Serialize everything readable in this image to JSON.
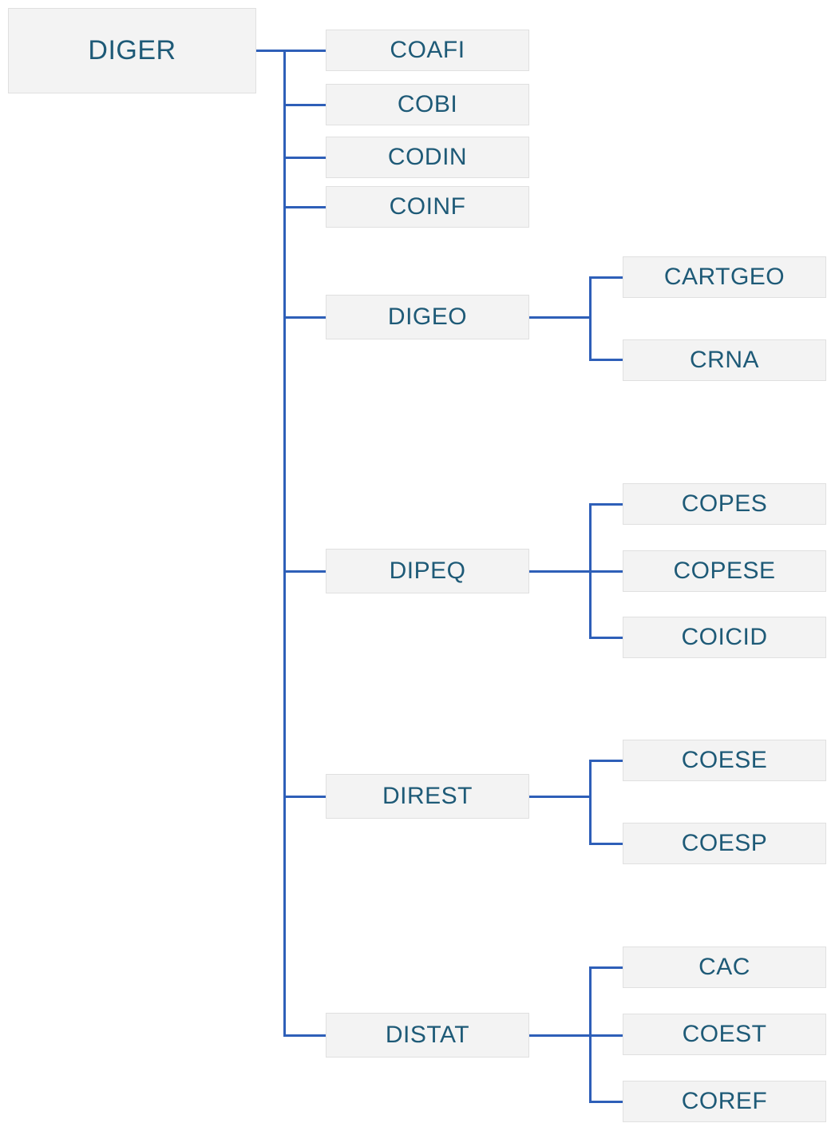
{
  "chart_data": {
    "type": "diagram",
    "diagram_type": "organizational-tree",
    "title": "",
    "orientation": "left-to-right",
    "colors": {
      "box_fill": "#f3f3f3",
      "box_border": "#e0e0e0",
      "text": "#1e5a77",
      "connector": "#2e5fb8",
      "background": "#ffffff"
    },
    "root": {
      "id": "diger",
      "label": "DIGER",
      "level": 1
    },
    "nodes": [
      {
        "id": "coafi",
        "label": "COAFI",
        "level": 2,
        "parent": "diger"
      },
      {
        "id": "cobi",
        "label": "COBI",
        "level": 2,
        "parent": "diger"
      },
      {
        "id": "codin",
        "label": "CODIN",
        "level": 2,
        "parent": "diger"
      },
      {
        "id": "coinf",
        "label": "COINF",
        "level": 2,
        "parent": "diger"
      },
      {
        "id": "digeo",
        "label": "DIGEO",
        "level": 2,
        "parent": "diger"
      },
      {
        "id": "cartgeo",
        "label": "CARTGEO",
        "level": 3,
        "parent": "digeo"
      },
      {
        "id": "crna",
        "label": "CRNA",
        "level": 3,
        "parent": "digeo"
      },
      {
        "id": "dipeq",
        "label": "DIPEQ",
        "level": 2,
        "parent": "diger"
      },
      {
        "id": "copes",
        "label": "COPES",
        "level": 3,
        "parent": "dipeq"
      },
      {
        "id": "copese",
        "label": "COPESE",
        "level": 3,
        "parent": "dipeq"
      },
      {
        "id": "coicid",
        "label": "COICID",
        "level": 3,
        "parent": "dipeq"
      },
      {
        "id": "direst",
        "label": "DIREST",
        "level": 2,
        "parent": "diger"
      },
      {
        "id": "coese",
        "label": "COESE",
        "level": 3,
        "parent": "direst"
      },
      {
        "id": "coesp",
        "label": "COESP",
        "level": 3,
        "parent": "direst"
      },
      {
        "id": "distat",
        "label": "DISTAT",
        "level": 2,
        "parent": "diger"
      },
      {
        "id": "cac",
        "label": "CAC",
        "level": 3,
        "parent": "distat"
      },
      {
        "id": "coest",
        "label": "COEST",
        "level": 3,
        "parent": "distat"
      },
      {
        "id": "coref",
        "label": "COREF",
        "level": 3,
        "parent": "distat"
      }
    ]
  },
  "labels": {
    "root": "DIGER",
    "coafi": "COAFI",
    "cobi": "COBI",
    "codin": "CODIN",
    "coinf": "COINF",
    "digeo": "DIGEO",
    "cartgeo": "CARTGEO",
    "crna": "CRNA",
    "dipeq": "DIPEQ",
    "copes": "COPES",
    "copese": "COPESE",
    "coicid": "COICID",
    "direst": "DIREST",
    "coese": "COESE",
    "coesp": "COESP",
    "distat": "DISTAT",
    "cac": "CAC",
    "coest": "COEST",
    "coref": "COREF"
  }
}
